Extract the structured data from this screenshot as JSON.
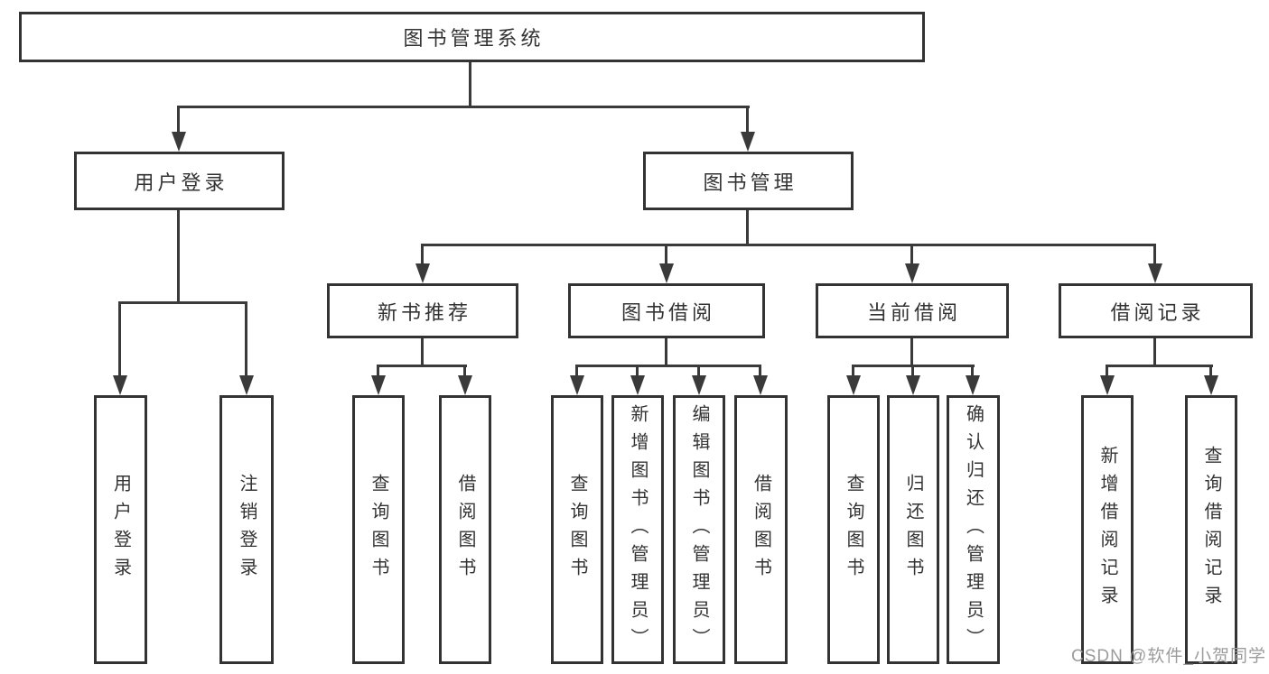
{
  "diagram": {
    "root": "图书管理系统",
    "level2": [
      "用户登录",
      "图书管理"
    ],
    "level3": [
      "新书推荐",
      "图书借阅",
      "当前借阅",
      "借阅记录"
    ],
    "leaves": {
      "user": [
        "用户登录",
        "注销登录"
      ],
      "recommend": [
        "查询图书",
        "借阅图书"
      ],
      "borrow": [
        "查询图书",
        "新增图书（管理员）",
        "编辑图书（管理员）",
        "借阅图书"
      ],
      "current": [
        "查询图书",
        "归还图书",
        "确认归还（管理员）"
      ],
      "records": [
        "新增借阅记录",
        "查询借阅记录"
      ]
    }
  },
  "watermark": "CSDN @软件_小贺同学",
  "colors": {
    "line": "#3a3a3a",
    "border": "#333333",
    "text": "#333333",
    "watermark": "#9c9c9c",
    "background": "#ffffff"
  }
}
